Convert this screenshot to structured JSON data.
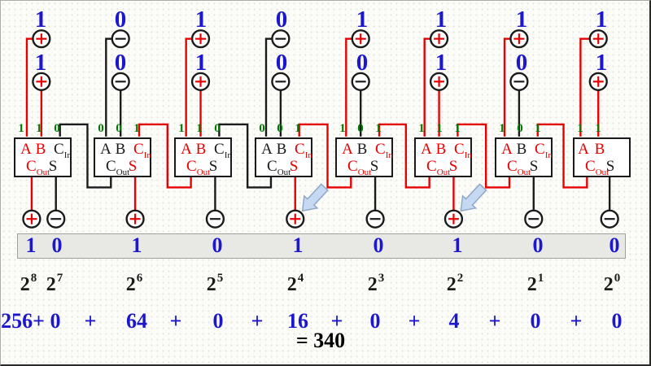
{
  "colors": {
    "one": "#e60000",
    "zero": "#1a1a1a",
    "value_blue": "#1c17cd",
    "bit_green": "#007a00",
    "bar_bg": "#e8e8e5",
    "arrow_fill": "#c6d9f2",
    "arrow_stroke": "#8fa8c8"
  },
  "legend": {
    "one_symbol": "circled-plus",
    "zero_symbol": "circled-minus"
  },
  "pin_labels": {
    "a": "A",
    "b": "B",
    "c": "C",
    "in_sub": "In",
    "out_sub": "Out",
    "s": "S"
  },
  "adder_cells": [
    {
      "bit": 7,
      "a": "1",
      "b": "1",
      "cin": "0",
      "cout": "1",
      "s": "0",
      "has_cin": true,
      "arrow": false
    },
    {
      "bit": 6,
      "a": "0",
      "b": "0",
      "cin": "1",
      "cout": "0",
      "s": "1",
      "has_cin": true,
      "arrow": false
    },
    {
      "bit": 5,
      "a": "1",
      "b": "1",
      "cin": "0",
      "cout": "1",
      "s": "0",
      "has_cin": true,
      "arrow": false
    },
    {
      "bit": 4,
      "a": "0",
      "b": "0",
      "cin": "1",
      "cout": "0",
      "s": "1",
      "has_cin": true,
      "arrow": true
    },
    {
      "bit": 3,
      "a": "1",
      "b": "0",
      "cin": "1",
      "cout": "1",
      "s": "0",
      "has_cin": true,
      "arrow": false
    },
    {
      "bit": 2,
      "a": "1",
      "b": "1",
      "cin": "1",
      "cout": "1",
      "s": "1",
      "has_cin": true,
      "arrow": true
    },
    {
      "bit": 1,
      "a": "1",
      "b": "0",
      "cin": "1",
      "cout": "1",
      "s": "0",
      "has_cin": true,
      "arrow": false
    },
    {
      "bit": 0,
      "a": "1",
      "b": "1",
      "cin": "",
      "cout": "1",
      "s": "0",
      "has_cin": false,
      "arrow": false
    }
  ],
  "result_bits": [
    "1",
    "0",
    "1",
    "0",
    "1",
    "0",
    "1",
    "0",
    "0"
  ],
  "powers": [
    {
      "base": "2",
      "exp": "8"
    },
    {
      "base": "2",
      "exp": "7"
    },
    {
      "base": "2",
      "exp": "6"
    },
    {
      "base": "2",
      "exp": "5"
    },
    {
      "base": "2",
      "exp": "4"
    },
    {
      "base": "2",
      "exp": "3"
    },
    {
      "base": "2",
      "exp": "2"
    },
    {
      "base": "2",
      "exp": "1"
    },
    {
      "base": "2",
      "exp": "0"
    }
  ],
  "sum_tokens": [
    "256+",
    "0",
    "+",
    "64",
    "+",
    "0",
    "+",
    "16",
    "+",
    "0",
    "+",
    "4",
    "+",
    "0",
    "+",
    "0"
  ],
  "total_label": "= 340"
}
